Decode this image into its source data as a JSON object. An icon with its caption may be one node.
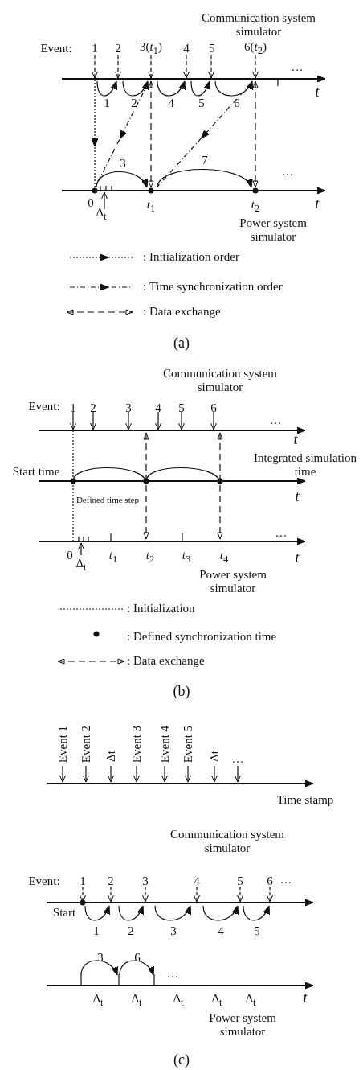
{
  "diagram": {
    "labels": [
      "Communication system simulator",
      "Event:",
      "1",
      "2",
      "3(*t*$_{1}$)",
      "4",
      "5",
      "6(*t*$_{2}$)",
      "…",
      "t",
      "1",
      "2",
      "4",
      "5",
      "6",
      "3",
      "7",
      "…",
      "0",
      "Δ$_{t}$",
      "*t*$_{1}$",
      "*t*$_{2}$",
      "t",
      "Power system simulator",
      "(a)",
      "Communication system simulator",
      "Event:",
      "1",
      "2",
      "3",
      "4",
      "5",
      "6",
      "…",
      "t",
      "Integrated simulation time",
      "Start time",
      "Defined time step",
      "t",
      "…",
      "0",
      "Δ$_{t}$",
      "*t*$_{1}$",
      "*t*$_{2}$",
      "*t*$_{3}$",
      "*t*$_{4}$",
      "t",
      "Power system simulator",
      "(b)",
      "Event 1",
      "Event 2",
      "Δt",
      "Event 3",
      "Event 4",
      "Event 5",
      "Δt",
      "…",
      "Time stamp",
      "Communication system simulator",
      "Event:",
      "1",
      "2",
      "3",
      "4",
      "5",
      "6",
      "…",
      "Start",
      "1",
      "2",
      "3",
      "4",
      "5",
      "3",
      "6",
      "…",
      "Δ$_{t}$",
      "Δ$_{t}$",
      "Δ$_{t}$",
      "Δ$_{t}$",
      "Δ$_{t}$",
      "t",
      "Power system simulator",
      "(c)"
    ],
    "legend": [
      {
        "text": ": Initialization order"
      },
      {
        "text": ": Time synchronization order"
      },
      {
        "text": ": Data exchange"
      },
      {
        "text": ": Initialization"
      },
      {
        "text": ": Defined synchronization time"
      },
      {
        "text": ": Data exchange"
      }
    ]
  }
}
